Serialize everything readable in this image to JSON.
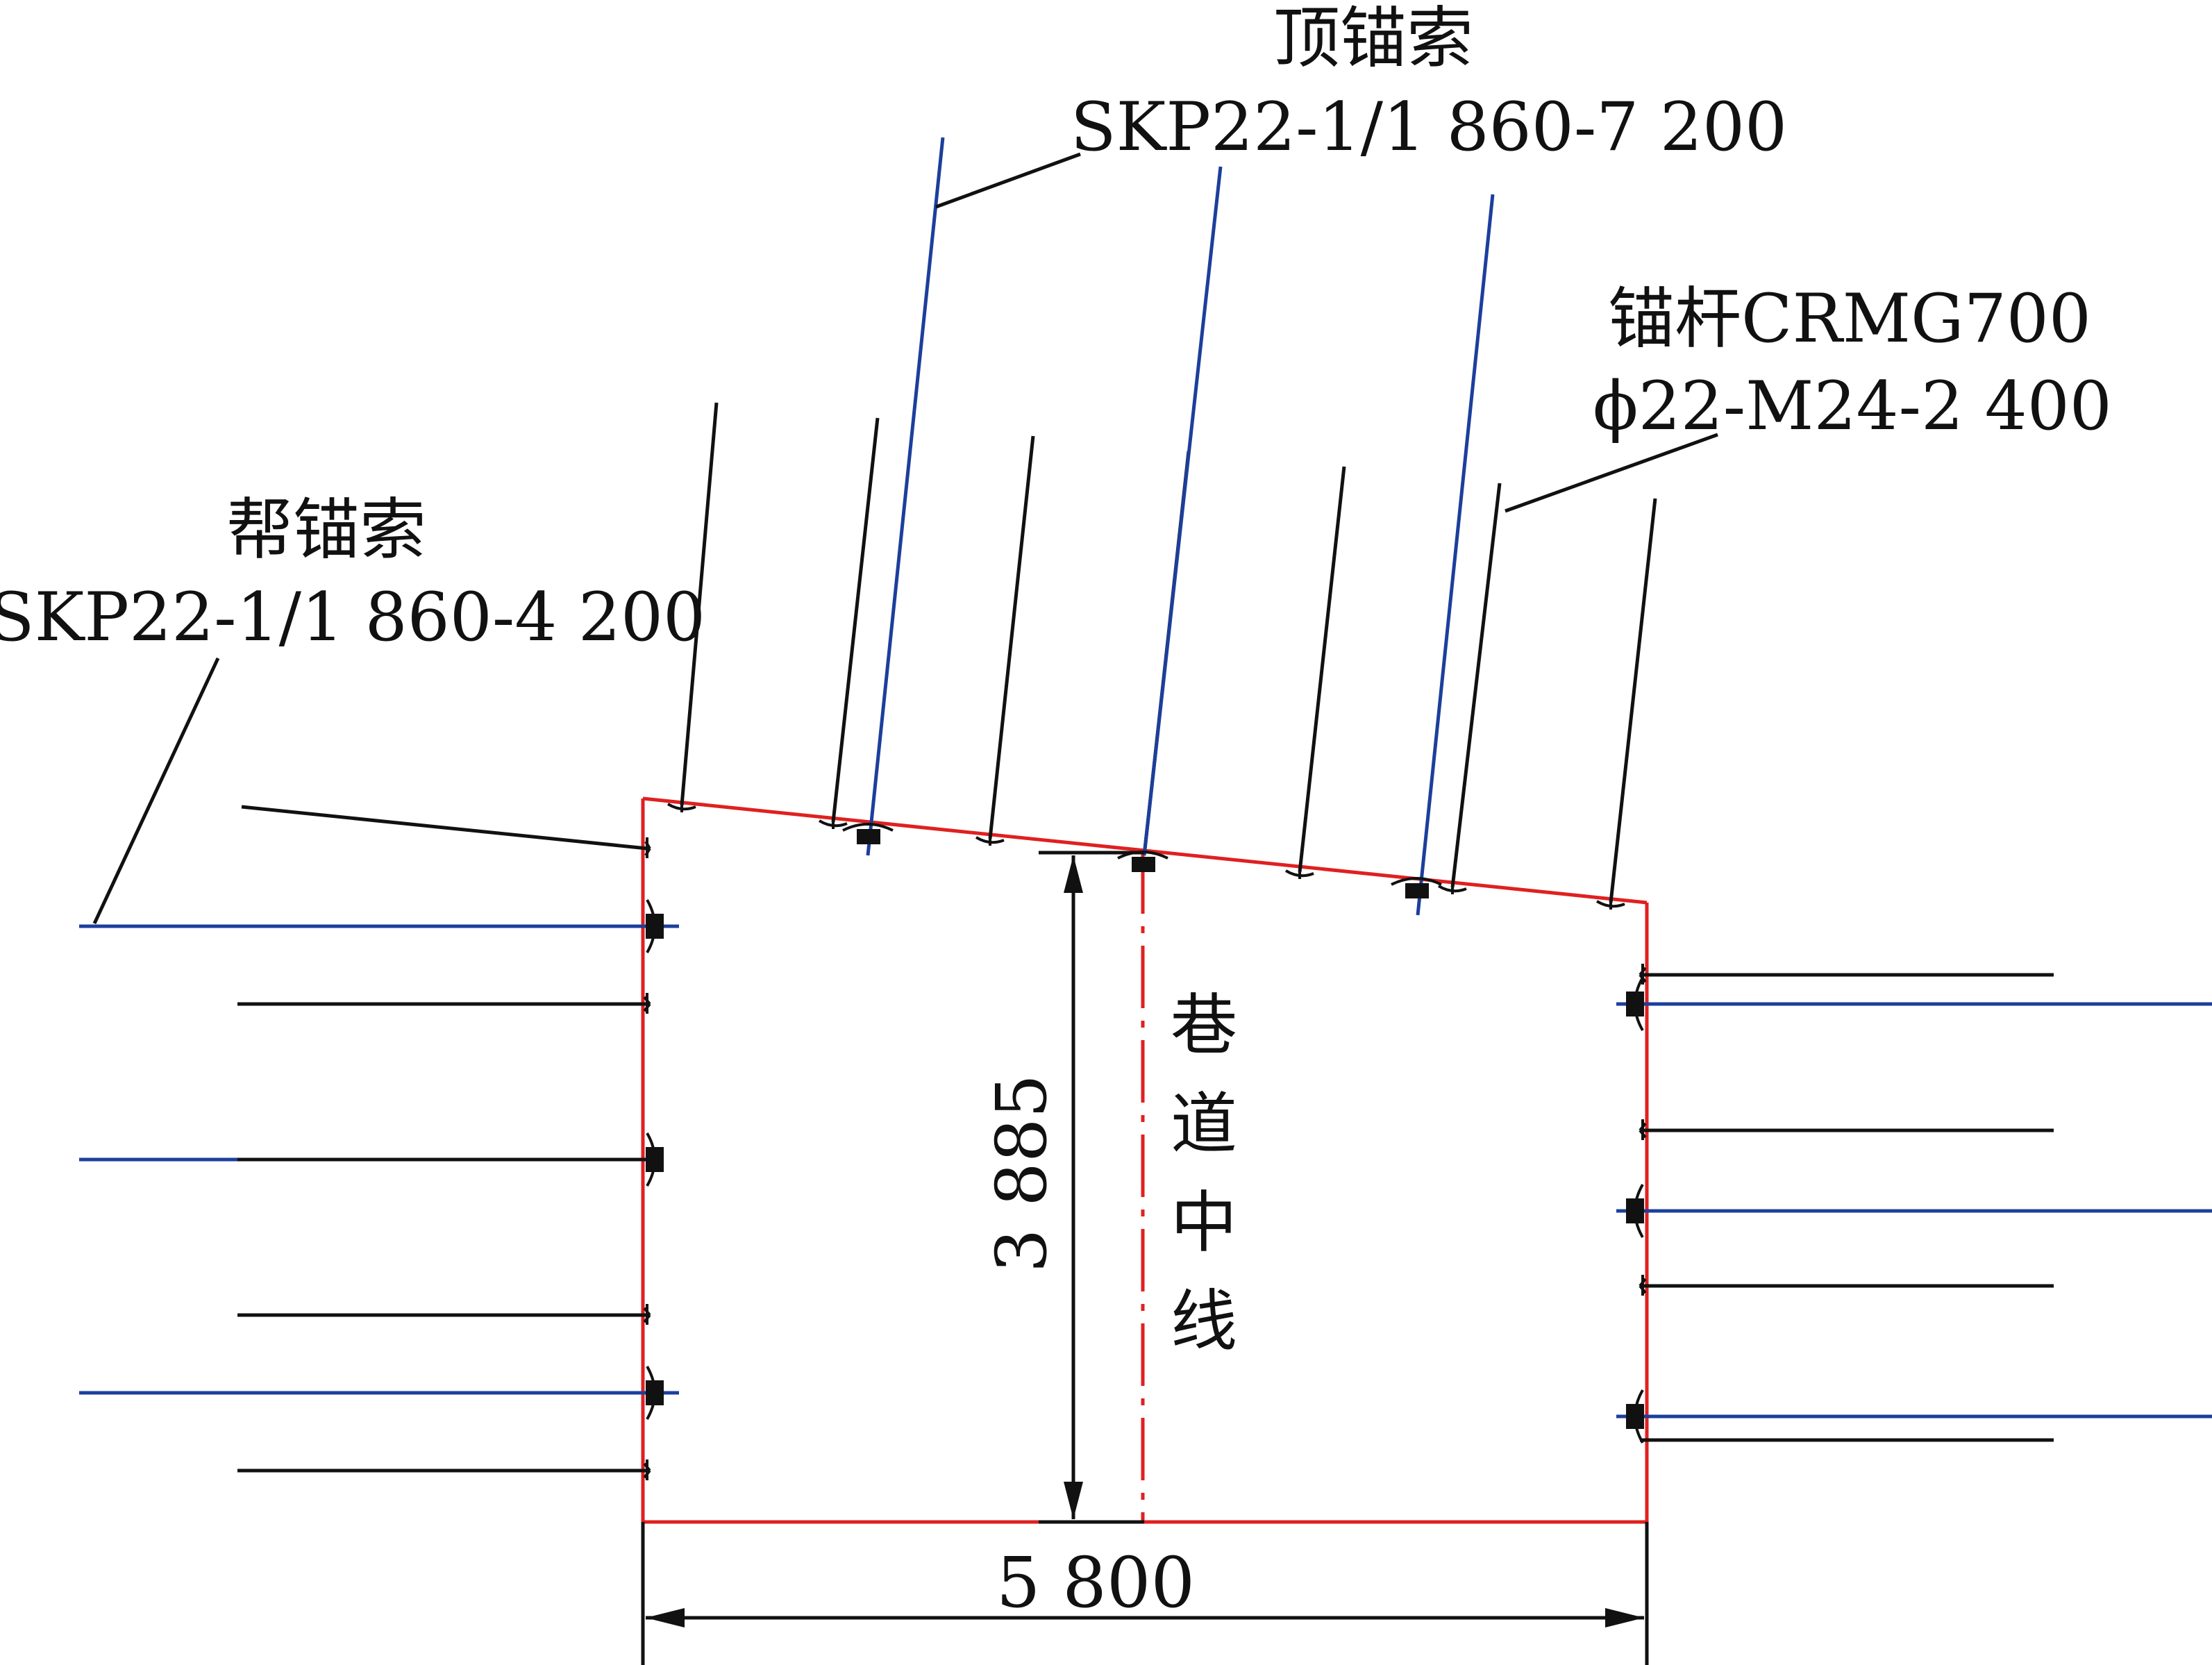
{
  "labels": {
    "roof_cable_name": "顶锚索",
    "roof_cable_spec": "SKP22-1/1 860-7 200",
    "bolt_name": "锚杆CRMG700",
    "bolt_spec": "ϕ22-M24-2 400",
    "rib_cable_name": "帮锚索",
    "rib_cable_spec": "SKP22-1/1 860-4 200",
    "centerline_chars": [
      "巷",
      "道",
      "中",
      "线"
    ],
    "height_dim": "3 885",
    "width_dim": "5 800"
  },
  "colors": {
    "roadway_outline": "#e02020",
    "bolt": "#111111",
    "cable": "#1c3f9c",
    "dimension": "#111111"
  }
}
